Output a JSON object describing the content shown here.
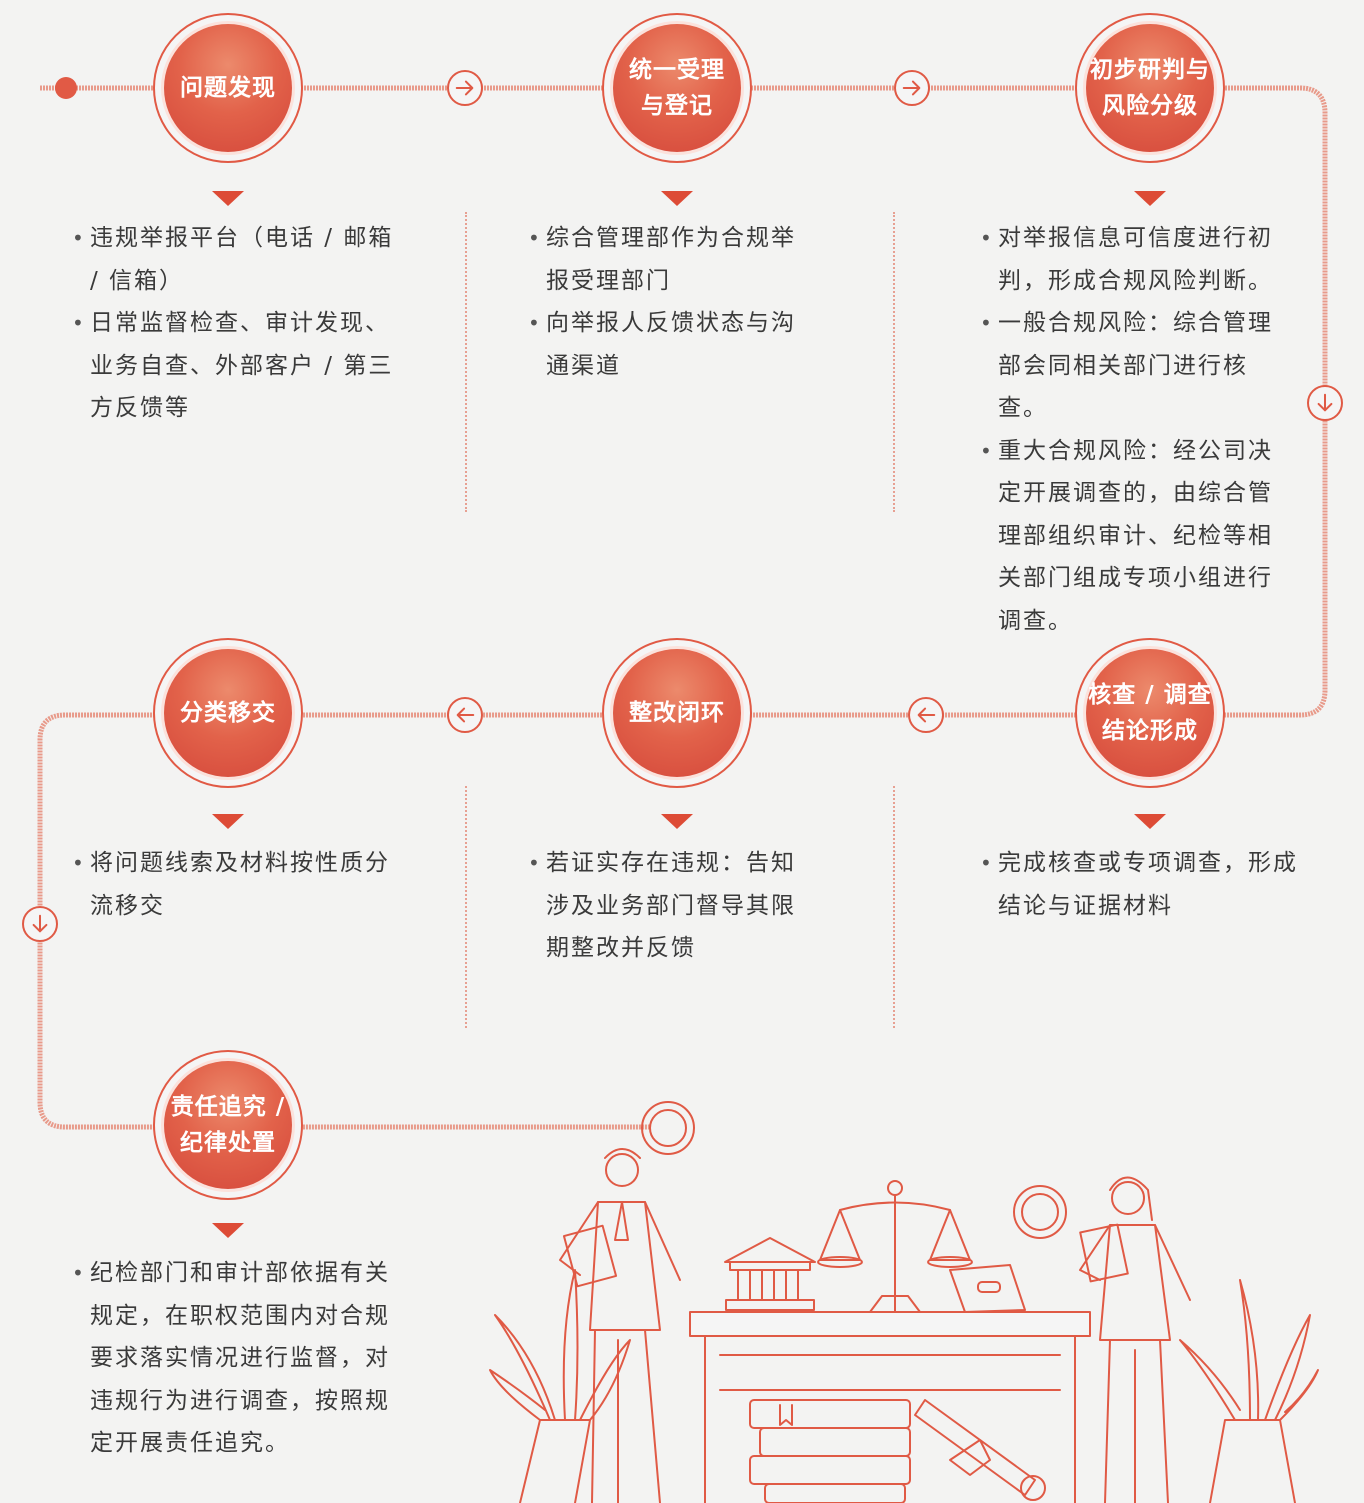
{
  "steps": [
    {
      "title": "问题发现",
      "items": [
        "违规举报平台（电话 / 邮箱 / 信箱）",
        "日常监督检查、审计发现、业务自查、外部客户 / 第三方反馈等"
      ]
    },
    {
      "title": "统一受理\n与登记",
      "items": [
        "综合管理部作为合规举报受理部门",
        "向举报人反馈状态与沟通渠道"
      ]
    },
    {
      "title": "初步研判与\n风险分级",
      "items": [
        "对举报信息可信度进行初判，形成合规风险判断。",
        "一般合规风险：综合管理部会同相关部门进行核查。",
        "重大合规风险：经公司决定开展调查的，由综合管理部组织审计、纪检等相关部门组成专项小组进行调查。"
      ]
    },
    {
      "title": "核查 / 调查\n结论形成",
      "items": [
        "完成核查或专项调查，形成结论与证据材料"
      ]
    },
    {
      "title": "整改闭环",
      "items": [
        "若证实存在违规：告知涉及业务部门督导其限期整改并反馈"
      ]
    },
    {
      "title": "分类移交",
      "items": [
        "将问题线索及材料按性质分流移交"
      ]
    },
    {
      "title": "责任追究 /\n纪律处置",
      "items": [
        "纪检部门和审计部依据有关规定，在职权范围内对合规要求落实情况进行监督，对违规行为进行调查，按照规定开展责任追究。"
      ]
    }
  ],
  "colors": {
    "accent": "#e15a45",
    "accent_dark": "#d4473a",
    "text": "#3a3a3a",
    "background": "#f3f3f2"
  },
  "icons": {
    "right": "arrow-right-icon",
    "left": "arrow-left-icon",
    "down": "arrow-down-icon"
  }
}
